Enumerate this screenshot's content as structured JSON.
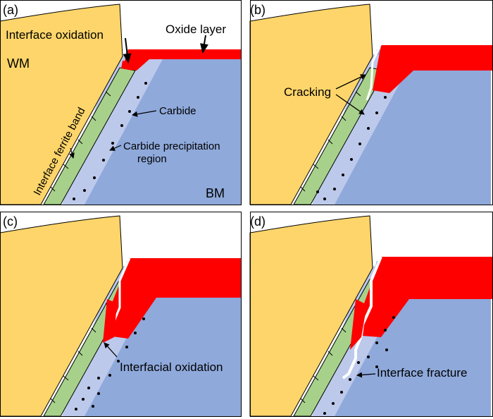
{
  "colors": {
    "weld_metal": "#FDD56A",
    "base_metal": "#8FA9DB",
    "precipitation_zone": "#BCC9EB",
    "ferrite_band": "#A7D18B",
    "oxide": "#FF0000",
    "crack": "#FFFFFF",
    "carbide": "#000000"
  },
  "panels": {
    "a": {
      "label": "(a)",
      "wm": "WM",
      "bm": "BM",
      "interface_oxidation": "Interface oxidation",
      "oxide_layer": "Oxide layer",
      "carbide": "Carbide",
      "carbide_precip_1": "Carbide precipitation",
      "carbide_precip_2": "region",
      "ferrite_band": "Interface ferrite band"
    },
    "b": {
      "label": "(b)",
      "cracking": "Cracking"
    },
    "c": {
      "label": "(c)",
      "interfacial_oxidation": "Interfacial oxidation"
    },
    "d": {
      "label": "(d)",
      "interface_fracture": "Interface fracture"
    }
  }
}
